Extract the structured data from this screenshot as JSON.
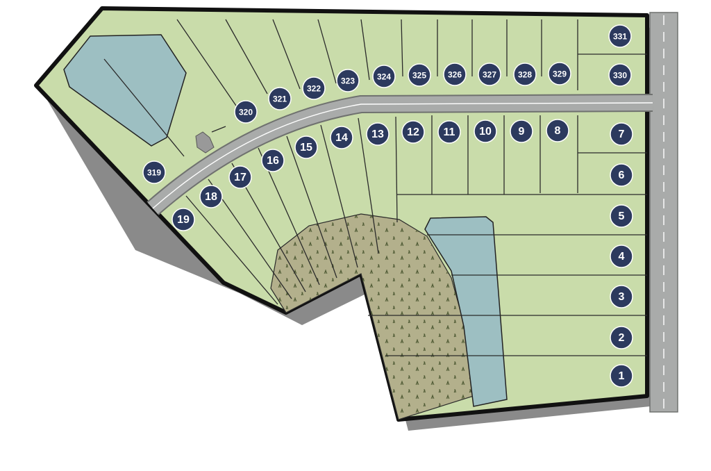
{
  "map": {
    "colors": {
      "land": "#c9dcaa",
      "boundary": "#111111",
      "shadow": "#2a2a2a",
      "road": "#a9abaa",
      "road_edge": "#6f716f",
      "water": "#9dbfc2",
      "wetland": "#b3b08c",
      "lot_badge": "#2c3a5e",
      "lot_label": "#ffffff"
    },
    "features": [
      "pond-northwest",
      "pond-southeast",
      "wetland-area",
      "main-road",
      "highway-east",
      "entry-structure"
    ],
    "lots": [
      {
        "label": "1"
      },
      {
        "label": "2"
      },
      {
        "label": "3"
      },
      {
        "label": "4"
      },
      {
        "label": "5"
      },
      {
        "label": "6"
      },
      {
        "label": "7"
      },
      {
        "label": "8"
      },
      {
        "label": "9"
      },
      {
        "label": "10"
      },
      {
        "label": "11"
      },
      {
        "label": "12"
      },
      {
        "label": "13"
      },
      {
        "label": "14"
      },
      {
        "label": "15"
      },
      {
        "label": "16"
      },
      {
        "label": "17"
      },
      {
        "label": "18"
      },
      {
        "label": "19"
      },
      {
        "label": "319"
      },
      {
        "label": "320"
      },
      {
        "label": "321"
      },
      {
        "label": "322"
      },
      {
        "label": "323"
      },
      {
        "label": "324"
      },
      {
        "label": "325"
      },
      {
        "label": "326"
      },
      {
        "label": "327"
      },
      {
        "label": "328"
      },
      {
        "label": "329"
      },
      {
        "label": "330"
      },
      {
        "label": "331"
      }
    ]
  }
}
